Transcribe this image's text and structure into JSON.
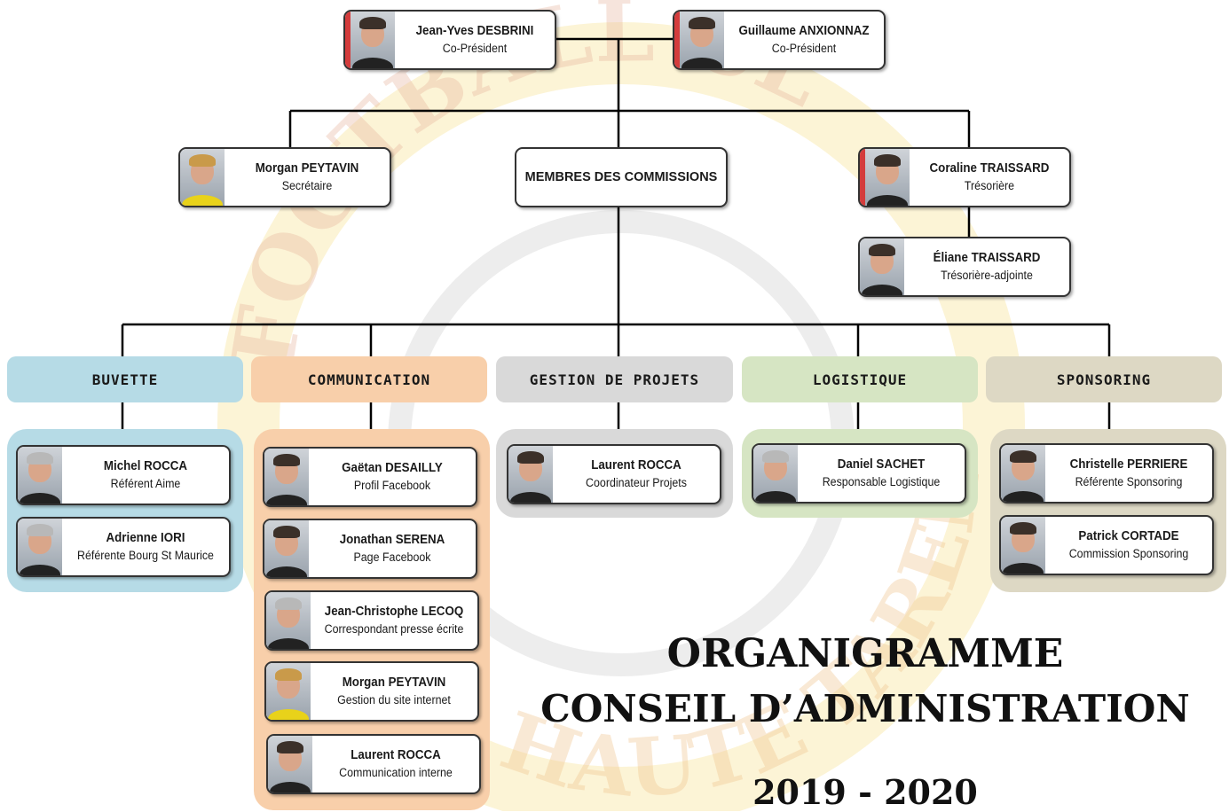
{
  "presidents": [
    {
      "name": "Jean-Yves DESBRINI",
      "role": "Co-Président"
    },
    {
      "name": "Guillaume ANXIONNAZ",
      "role": "Co-Président"
    }
  ],
  "secretary": {
    "name": "Morgan PEYTAVIN",
    "role": "Secrétaire"
  },
  "commissions_box": "MEMBRES DES COMMISSIONS",
  "treasurer": {
    "name": "Coraline TRAISSARD",
    "role": "Trésorière"
  },
  "deputy_treasurer": {
    "name": "Éliane TRAISSARD",
    "role": "Trésorière-adjointe"
  },
  "commissions": [
    {
      "label": "BUVETTE",
      "color": "#b6dbe6",
      "members": [
        {
          "name": "Michel ROCCA",
          "role": "Référent Aime"
        },
        {
          "name": "Adrienne IORI",
          "role": "Référente Bourg St Maurice"
        }
      ]
    },
    {
      "label": "COMMUNICATION",
      "color": "#f8cfaa",
      "members": [
        {
          "name": "Gaëtan DESAILLY",
          "role": "Profil Facebook"
        },
        {
          "name": "Jonathan SERENA",
          "role": "Page Facebook"
        },
        {
          "name": "Jean-Christophe LECOQ",
          "role": "Correspondant presse écrite"
        },
        {
          "name": "Morgan PEYTAVIN",
          "role": "Gestion du site internet"
        },
        {
          "name": "Laurent ROCCA",
          "role": "Communication interne"
        }
      ]
    },
    {
      "label": "GESTION DE PROJETS",
      "color": "#d9d9d9",
      "members": [
        {
          "name": "Laurent ROCCA",
          "role": "Coordinateur Projets"
        }
      ]
    },
    {
      "label": "LOGISTIQUE",
      "color": "#d6e5c3",
      "members": [
        {
          "name": "Daniel SACHET",
          "role": "Responsable Logistique"
        }
      ]
    },
    {
      "label": "SPONSORING",
      "color": "#ddd8c4",
      "members": [
        {
          "name": "Christelle PERRIERE",
          "role": "Référente Sponsoring"
        },
        {
          "name": "Patrick CORTADE",
          "role": "Commission Sponsoring"
        }
      ]
    }
  ],
  "title": {
    "line1": "ORGANIGRAMME",
    "line2": "CONSEIL D’ADMINISTRATION",
    "line3": "2019 - 2020"
  },
  "watermark": {
    "top": "FOOTBALL CLUB",
    "bottom": "HAUTE TARENTAISE"
  }
}
